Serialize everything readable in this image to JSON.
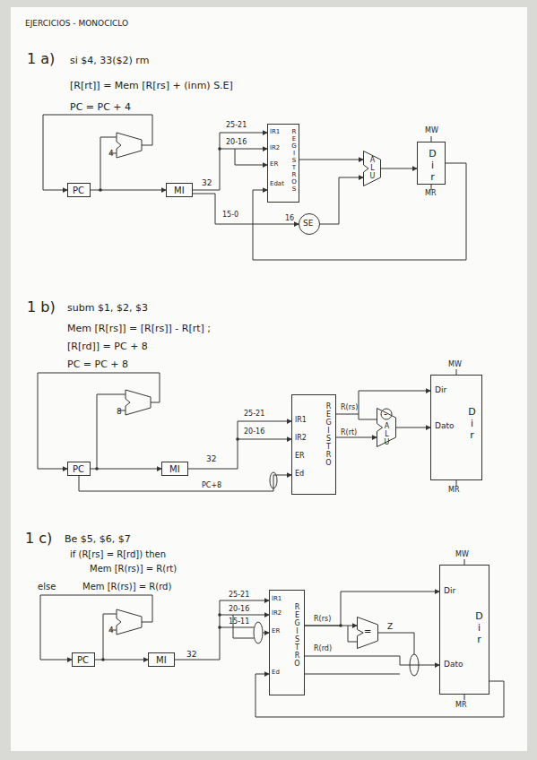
{
  "diagram": {
    "nodes": [
      {
        "text": [
          "PC"
        ]
      },
      {
        "text": [
          "MI"
        ]
      },
      {
        "text": [
          "lR1",
          "lR2",
          "ER",
          "Edat",
          "REGISTROS"
        ]
      },
      {
        "text": [
          "SE"
        ]
      },
      {
        "text": [
          "ALU"
        ]
      },
      {
        "text": [
          "Dir"
        ]
      },
      {
        "text": [
          "PC"
        ]
      },
      {
        "text": [
          "MI"
        ]
      },
      {
        "text": [
          "lR1",
          "lR2",
          "ER",
          "Ed",
          "REGISTRO"
        ]
      },
      {
        "text": [
          "ALU"
        ]
      },
      {
        "text": [
          "Dir",
          "Dato",
          "Dir"
        ]
      },
      {
        "text": [
          "PC"
        ]
      },
      {
        "text": [
          "MI"
        ]
      },
      {
        "text": [
          "lR1",
          "lR2",
          "ER",
          "Ed",
          "REGISTRO"
        ]
      },
      {
        "text": [
          "="
        ]
      },
      {
        "text": [
          "Dir",
          "Dato",
          "Dir"
        ]
      }
    ],
    "edges": [
      {
        "from": 0,
        "to": 1,
        "arrow": "to"
      },
      {
        "from": 1,
        "to": 2,
        "arrow": "to"
      },
      {
        "from": 1,
        "to": 3,
        "arrow": "to"
      },
      {
        "from": 2,
        "to": 4,
        "arrow": "to"
      },
      {
        "from": 3,
        "to": 4,
        "arrow": "to"
      },
      {
        "from": 4,
        "to": 5,
        "arrow": "to"
      },
      {
        "from": 5,
        "to": 2,
        "arrow": "to"
      },
      {
        "from": 6,
        "to": 7,
        "arrow": "to"
      },
      {
        "from": 7,
        "to": 8,
        "arrow": "to"
      },
      {
        "from": 8,
        "to": 9,
        "arrow": "to"
      },
      {
        "from": 8,
        "to": 10,
        "arrow": "to"
      },
      {
        "from": 9,
        "to": 10,
        "arrow": "to"
      },
      {
        "from": 6,
        "to": 8,
        "arrow": "to",
        "label": "PC+8"
      },
      {
        "from": 11,
        "to": 12,
        "arrow": "to"
      },
      {
        "from": 12,
        "to": 13,
        "arrow": "to"
      },
      {
        "from": 13,
        "to": 14,
        "arrow": "to"
      },
      {
        "from": 13,
        "to": 15,
        "arrow": "to"
      },
      {
        "from": 13,
        "to": 15,
        "arrow": "to"
      }
    ],
    "labels": [
      "EJERCICIOS - MONOCICLO",
      "1 a)",
      "si $4, 33($2) rm",
      "[R[rt]] = Mem [R[rs] + (inm) S.E]",
      "PC = PC + 4",
      "4",
      "32",
      "25-21",
      "20-16",
      "15-0",
      "16",
      "MW",
      "MR",
      "1 b)",
      "subm $1, $2, $3",
      "Mem [R[rs]] = [R[rs]] - R[rt] ;",
      "[R[rd]] = PC + 8",
      "PC = PC + 8",
      "8",
      "32",
      "25-21",
      "20-16",
      "R(rs)",
      "R(rt)",
      "-",
      "MW",
      "MR",
      "1 c)",
      "Be $5, $6, $7",
      "if (R[rs] = R[rd]) then",
      "Mem [R(rs)] = R(rt)",
      "else",
      "Mem [R(rs)] = R(rd)",
      "4",
      "32",
      "25-21",
      "20-16",
      "15-11",
      "R(rs)",
      "R(rd)",
      "Z",
      "MW",
      "MR"
    ]
  }
}
